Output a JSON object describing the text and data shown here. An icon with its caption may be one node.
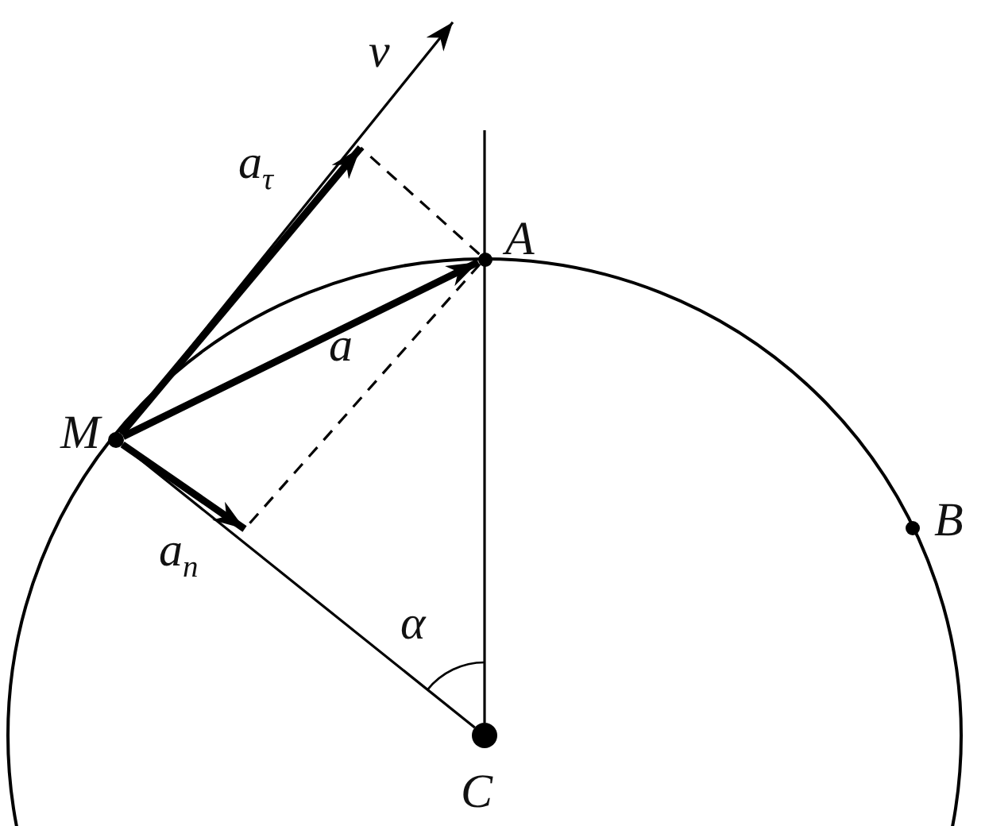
{
  "diagram": {
    "nodes": [
      {
        "text": [],
        "shape": "circle",
        "beside": [
          "M"
        ]
      },
      {
        "text": [],
        "shape": "circle",
        "beside": [
          "A"
        ]
      },
      {
        "text": [],
        "shape": "circle",
        "beside": [
          "B"
        ]
      },
      {
        "text": [],
        "shape": "circle",
        "beside": [
          "C"
        ]
      }
    ],
    "edges": [
      {
        "from": 0,
        "to": 1,
        "arrow": "to",
        "label": "a",
        "style": "thick"
      },
      {
        "from": 0,
        "to": null,
        "arrow": "to",
        "label": "a$_{τ}$",
        "style": "thick"
      },
      {
        "from": 0,
        "to": null,
        "arrow": "to",
        "label": "v"
      },
      {
        "from": 0,
        "to": null,
        "arrow": "to",
        "label": "a$_{n}$",
        "style": "thick"
      },
      {
        "from": 3,
        "to": 0,
        "arrow": "none"
      },
      {
        "from": 3,
        "to": null,
        "arrow": "none"
      },
      {
        "from": 1,
        "to": null,
        "arrow": "none",
        "style": "dashed"
      },
      {
        "from": 1,
        "to": null,
        "arrow": "none",
        "style": "dashed"
      }
    ],
    "labels": [
      "α"
    ]
  }
}
